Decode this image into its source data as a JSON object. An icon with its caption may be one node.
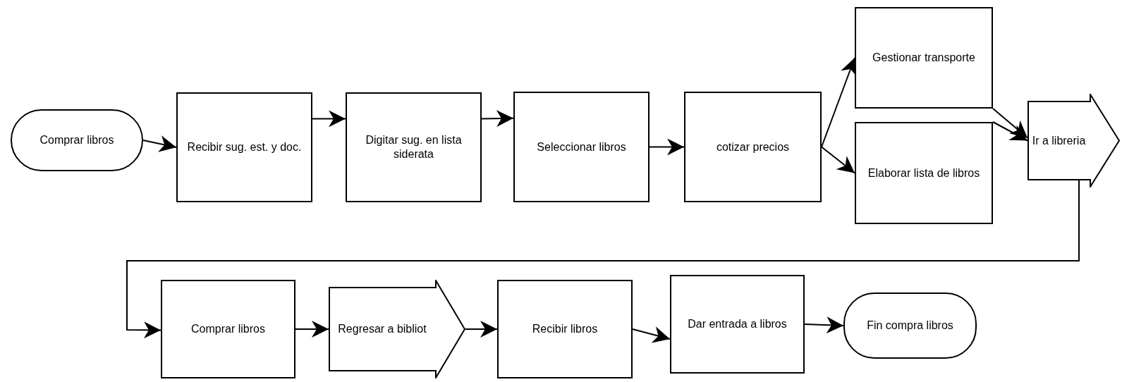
{
  "diagram": {
    "nodes": [
      {
        "text": [
          "Comprar libros"
        ]
      },
      {
        "text": [
          "Recibir sug. est. y doc."
        ]
      },
      {
        "text": [
          "Digitar sug. en lista siderata"
        ]
      },
      {
        "text": [
          "Seleccionar libros"
        ]
      },
      {
        "text": [
          "cotizar precios"
        ]
      },
      {
        "text": [
          "Gestionar transporte"
        ]
      },
      {
        "text": [
          "Elaborar lista de libros"
        ]
      },
      {
        "text": [
          "Ir a libreria"
        ]
      },
      {
        "text": [
          "Comprar libros"
        ]
      },
      {
        "text": [
          "Regresar a bibliot"
        ]
      },
      {
        "text": [
          "Recibir libros"
        ]
      },
      {
        "text": [
          "Dar entrada a libros"
        ]
      },
      {
        "text": [
          "Fin compra libros"
        ]
      }
    ],
    "edges": [
      {
        "from": 0,
        "to": 1,
        "arrow": "to"
      },
      {
        "from": 1,
        "to": 2,
        "arrow": "to"
      },
      {
        "from": 2,
        "to": 3,
        "arrow": "to"
      },
      {
        "from": 3,
        "to": 4,
        "arrow": "to"
      },
      {
        "from": 4,
        "to": 5,
        "arrow": "to"
      },
      {
        "from": 4,
        "to": 6,
        "arrow": "to"
      },
      {
        "from": 5,
        "to": 7,
        "arrow": "to"
      },
      {
        "from": 6,
        "to": 7,
        "arrow": "to"
      },
      {
        "from": 7,
        "to": 8,
        "arrow": "to"
      },
      {
        "from": 8,
        "to": 9,
        "arrow": "to"
      },
      {
        "from": 9,
        "to": 10,
        "arrow": "to"
      },
      {
        "from": 10,
        "to": 11,
        "arrow": "to"
      },
      {
        "from": 11,
        "to": 12,
        "arrow": "to"
      }
    ]
  }
}
